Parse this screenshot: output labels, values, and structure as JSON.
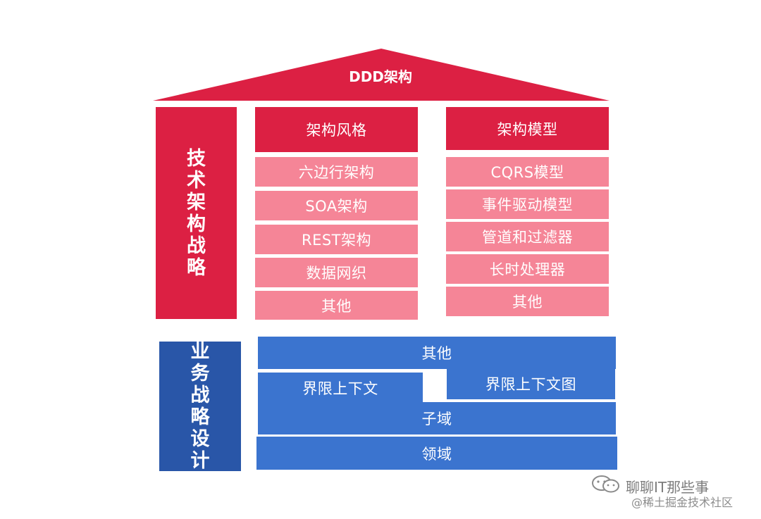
{
  "roof": {
    "title": "DDD架构"
  },
  "tech_strategy": {
    "label_chars": [
      "技",
      "术",
      "架",
      "构",
      "战",
      "略"
    ],
    "col_left": {
      "header": "架构风格",
      "items": [
        "六边行架构",
        "SOA架构",
        "REST架构",
        "数据网织",
        "其他"
      ]
    },
    "col_right": {
      "header": "架构模型",
      "items": [
        "CQRS模型",
        "事件驱动模型",
        "管道和过滤器",
        "长时处理器",
        "其他"
      ]
    }
  },
  "business_strategy": {
    "label_chars": [
      "业",
      "务",
      "战",
      "略",
      "设",
      "计"
    ],
    "other": "其他",
    "bounded_context": "界限上下文",
    "context_map": "界限上下文图",
    "subdomain": "子域",
    "domain": "领域"
  },
  "watermark": {
    "main": "聊聊IT那些事",
    "sub": "@稀土掘金技术社区"
  },
  "colors": {
    "red_dark": "#dc2043",
    "red_light": "#f58597",
    "blue_dark": "#2956a8",
    "blue": "#3b74cf"
  }
}
